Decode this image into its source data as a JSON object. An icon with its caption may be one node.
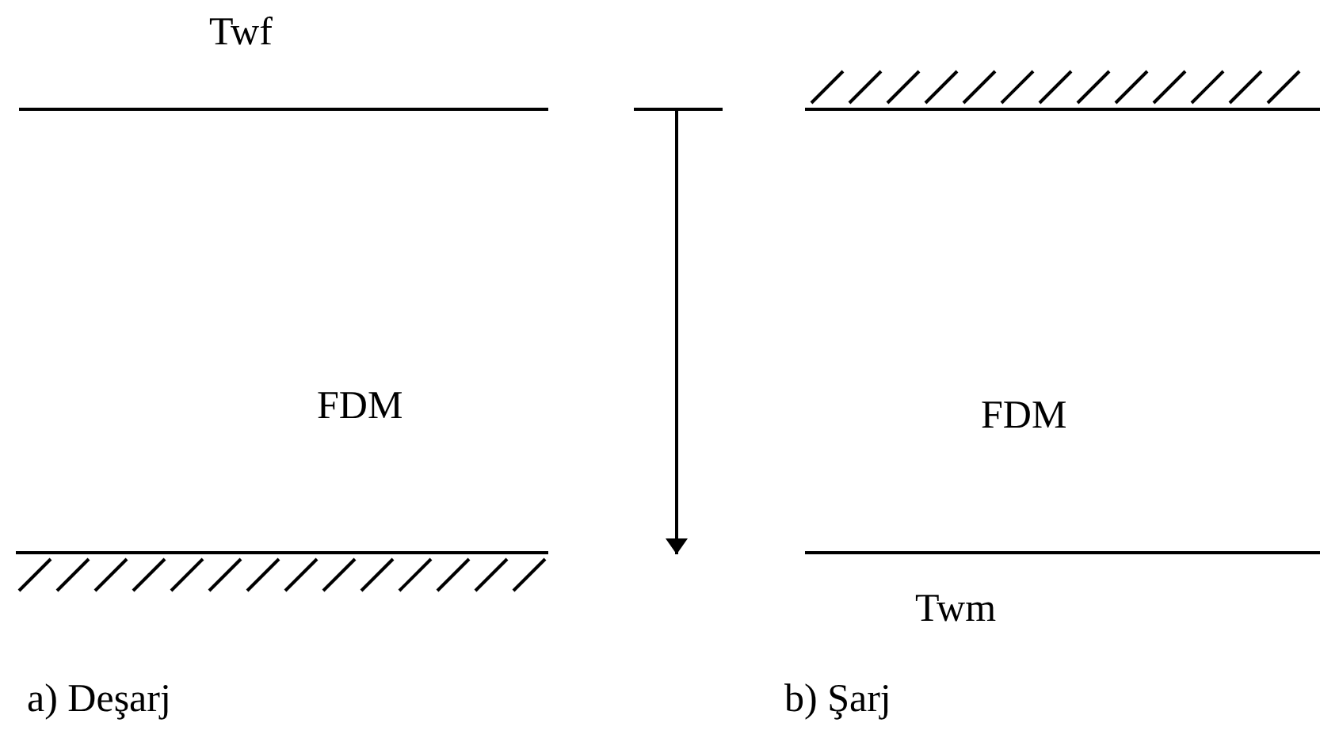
{
  "diagram": {
    "labels": [
      "Twf",
      "FDM",
      "FDM",
      "Twm",
      "a) Deşarj",
      "b) Şarj"
    ]
  }
}
